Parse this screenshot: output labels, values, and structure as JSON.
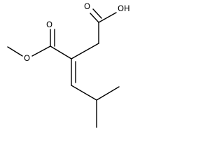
{
  "structure": {
    "atoms": {
      "carbonyl_oxygen_acid": "O",
      "hydroxyl_acid": "OH",
      "carbonyl_oxygen_ester": "O",
      "ester_oxygen": "O"
    }
  }
}
